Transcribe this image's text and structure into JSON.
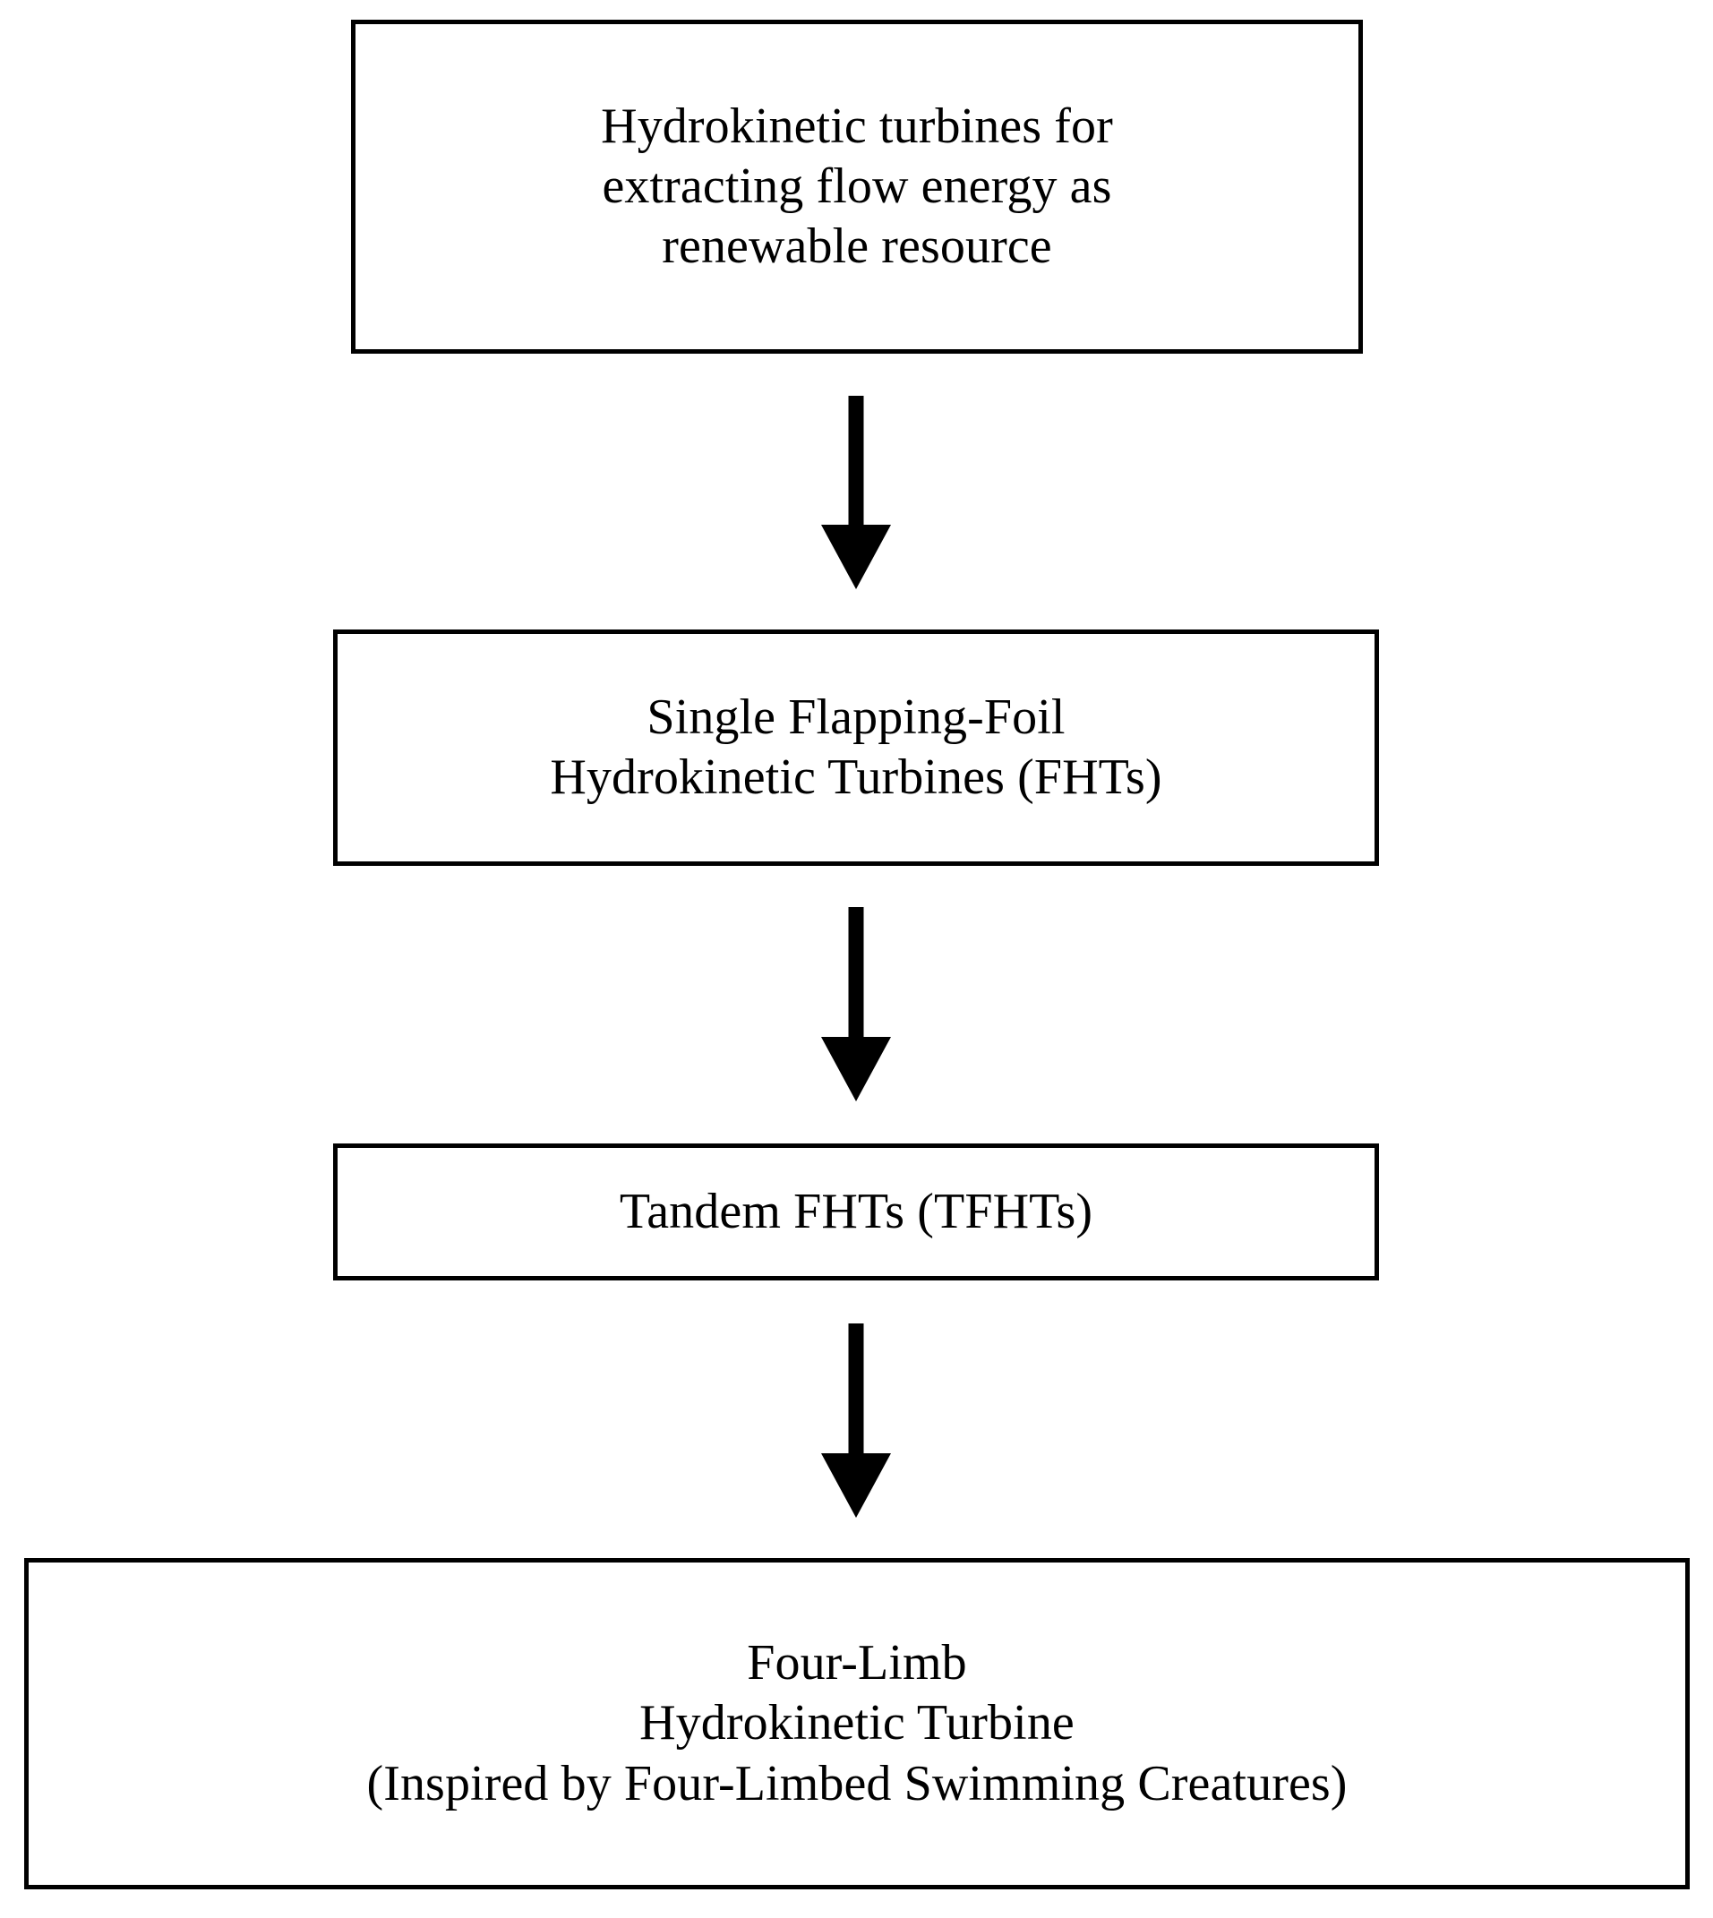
{
  "diagram": {
    "type": "flowchart",
    "orientation": "top-to-bottom",
    "background_color": "#ffffff",
    "stroke_color": "#000000",
    "nodes": [
      {
        "id": "node-1",
        "shape": "rectangle",
        "lines": [
          "Hydrokinetic turbines for",
          "extracting flow energy as",
          "renewable resource"
        ]
      },
      {
        "id": "node-2",
        "shape": "rectangle",
        "lines": [
          "Single Flapping-Foil",
          "Hydrokinetic Turbines (FHTs)"
        ]
      },
      {
        "id": "node-3",
        "shape": "rectangle",
        "lines": [
          "Tandem FHTs (TFHTs)"
        ]
      },
      {
        "id": "node-4",
        "shape": "rectangle",
        "lines": [
          "Four-Limb",
          "Hydrokinetic Turbine",
          "(Inspired by Four-Limbed Swimming Creatures)"
        ]
      }
    ],
    "connectors": [
      {
        "id": "arrow-1",
        "from": "node-1",
        "to": "node-2",
        "glyph": "down-arrow"
      },
      {
        "id": "arrow-2",
        "from": "node-2",
        "to": "node-3",
        "glyph": "down-arrow"
      },
      {
        "id": "arrow-3",
        "from": "node-3",
        "to": "node-4",
        "glyph": "down-arrow"
      }
    ]
  }
}
